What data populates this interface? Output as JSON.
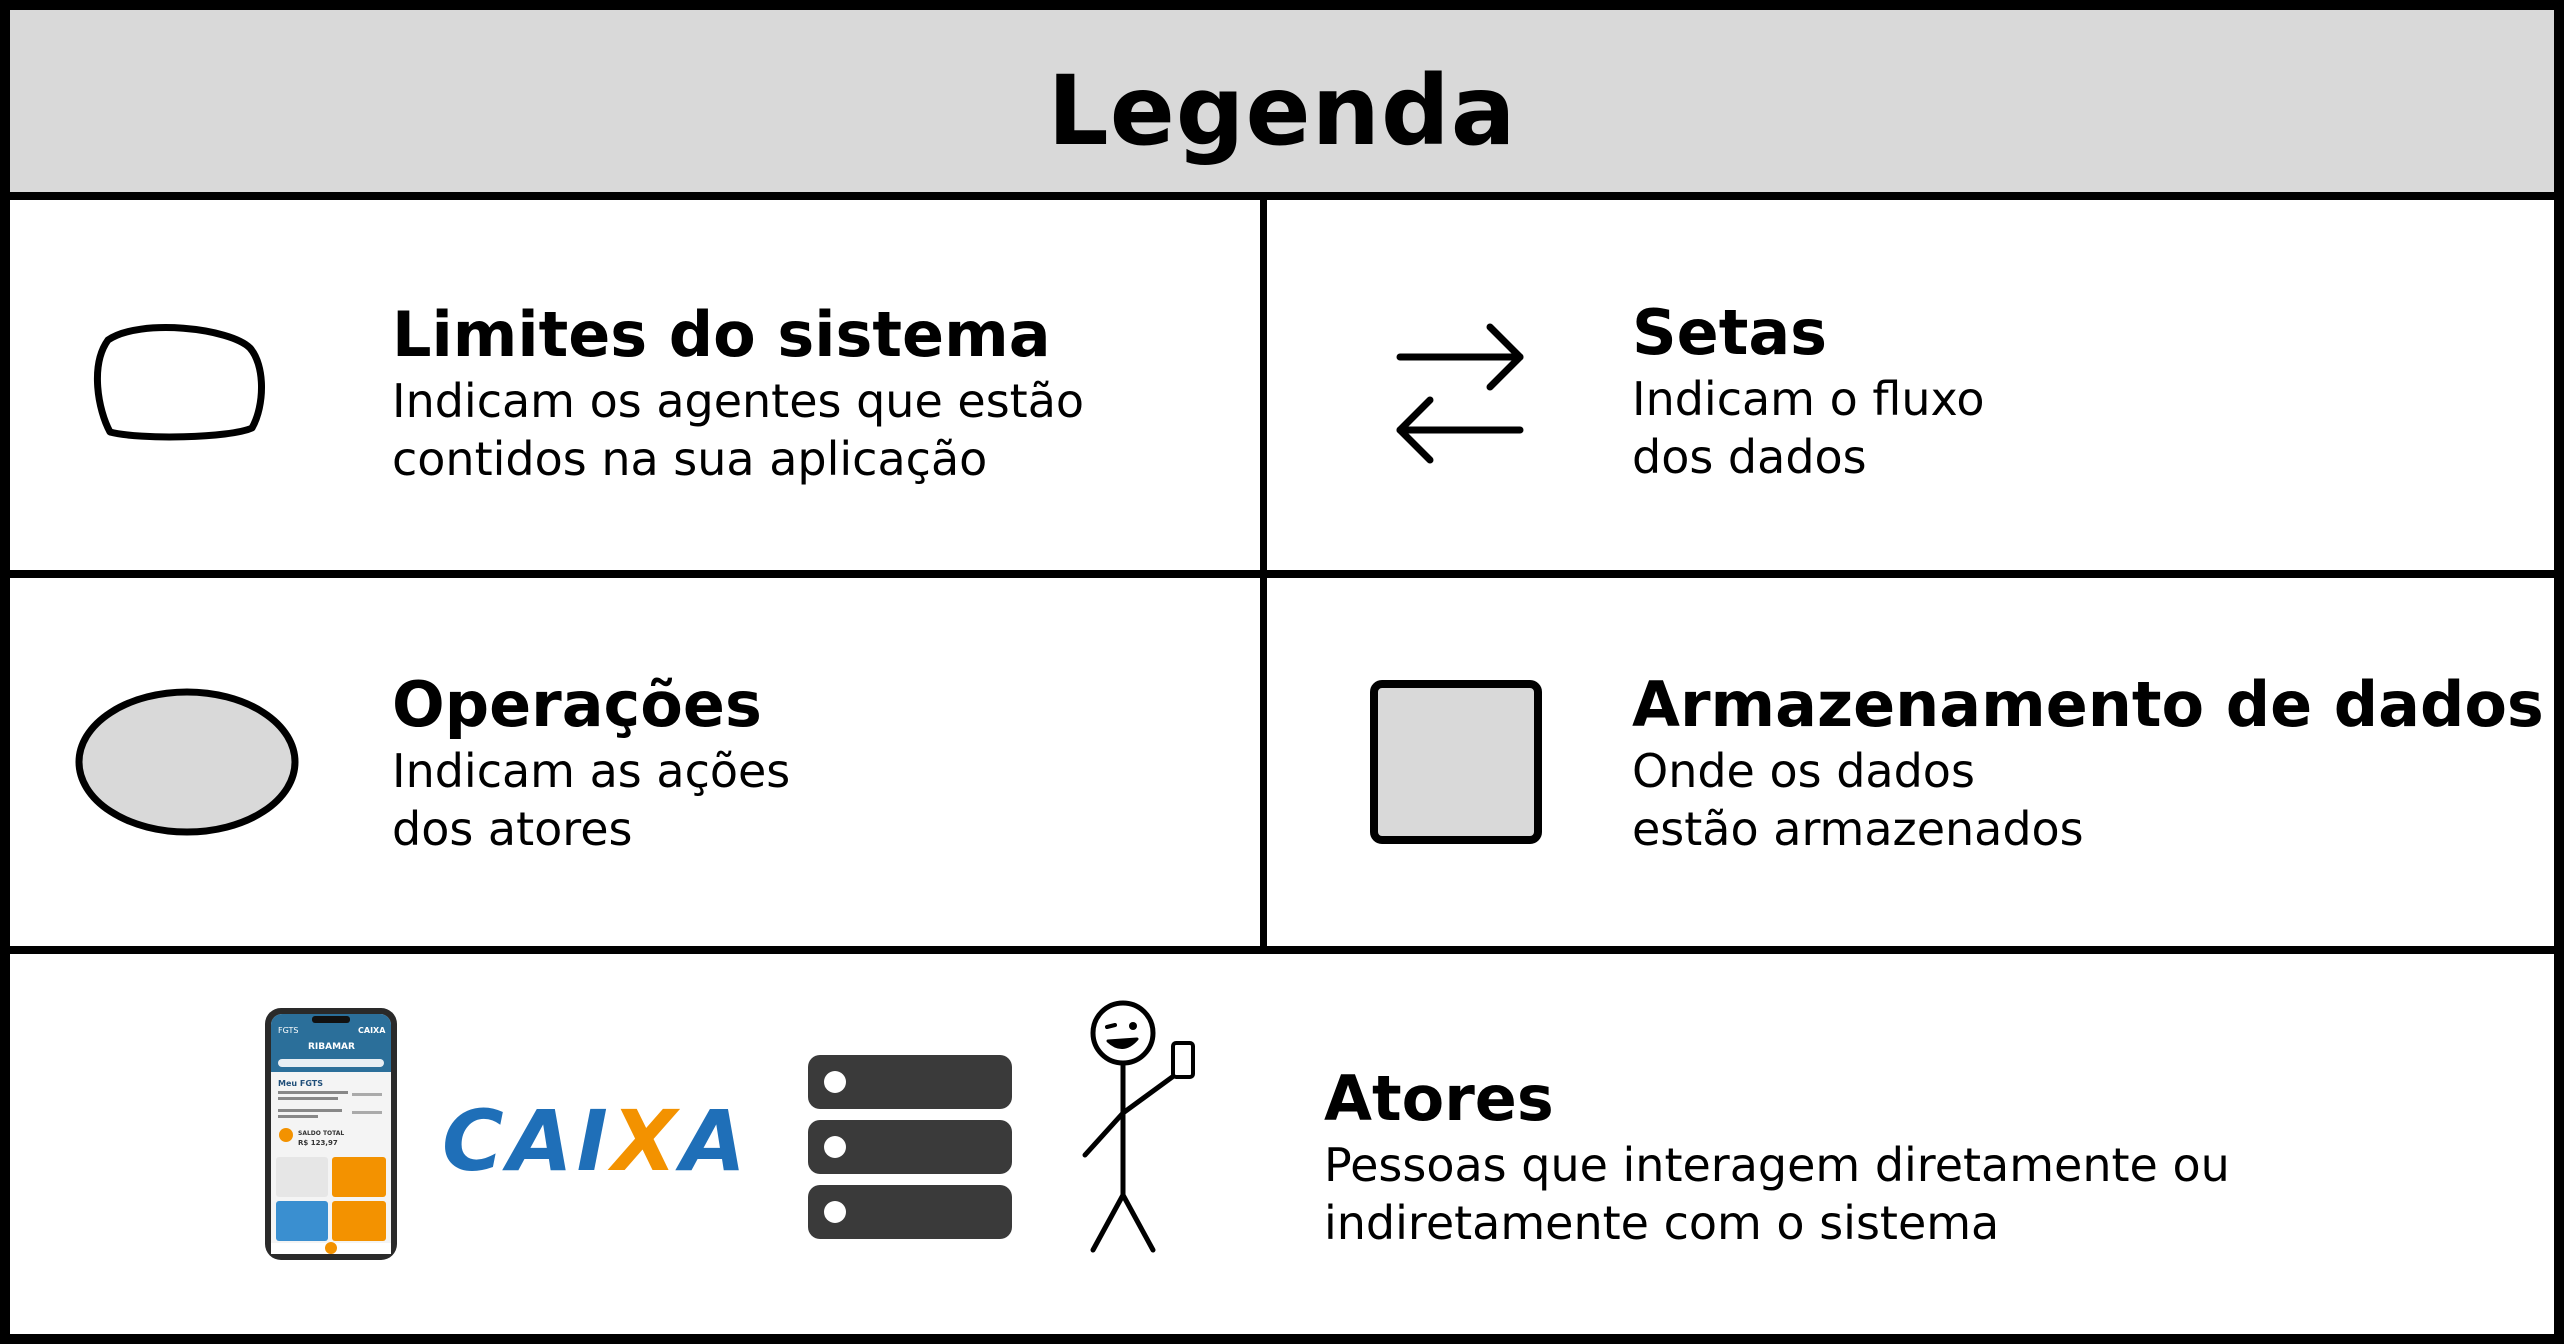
{
  "header": {
    "title": "Legenda"
  },
  "cells": {
    "limites": {
      "title": "Limites do sistema",
      "desc_line1": "Indicam os agentes que estão",
      "desc_line2": "contidos na sua aplicação"
    },
    "setas": {
      "title": "Setas",
      "desc_line1": "Indicam o fluxo",
      "desc_line2": "dos dados"
    },
    "operacoes": {
      "title": "Operações",
      "desc_line1": "Indicam as ações",
      "desc_line2": "dos atores"
    },
    "armazenamento": {
      "title": "Armazenamento de dados",
      "desc_line1": "Onde os dados",
      "desc_line2": "estão armazenados"
    },
    "atores": {
      "title": "Atores",
      "desc_line1": "Pessoas que interagem diretamente ou",
      "desc_line2": "indiretamente com o sistema"
    }
  },
  "logo": {
    "caixa_prefix": "CAI",
    "caixa_x": "X",
    "caixa_suffix": "A"
  },
  "phone": {
    "app_name": "FGTS",
    "brand": "CAIXA",
    "user": "RIBAMAR",
    "section": "Meu FGTS",
    "saldo": "SALDO TOTAL",
    "valor": "R$ 123,97"
  },
  "colors": {
    "header_bg": "#d9d9d9",
    "shape_fill": "#d9d9d9",
    "server_fill": "#3a3a3a",
    "caixa_blue": "#1f6fb8",
    "caixa_orange": "#f39200"
  }
}
